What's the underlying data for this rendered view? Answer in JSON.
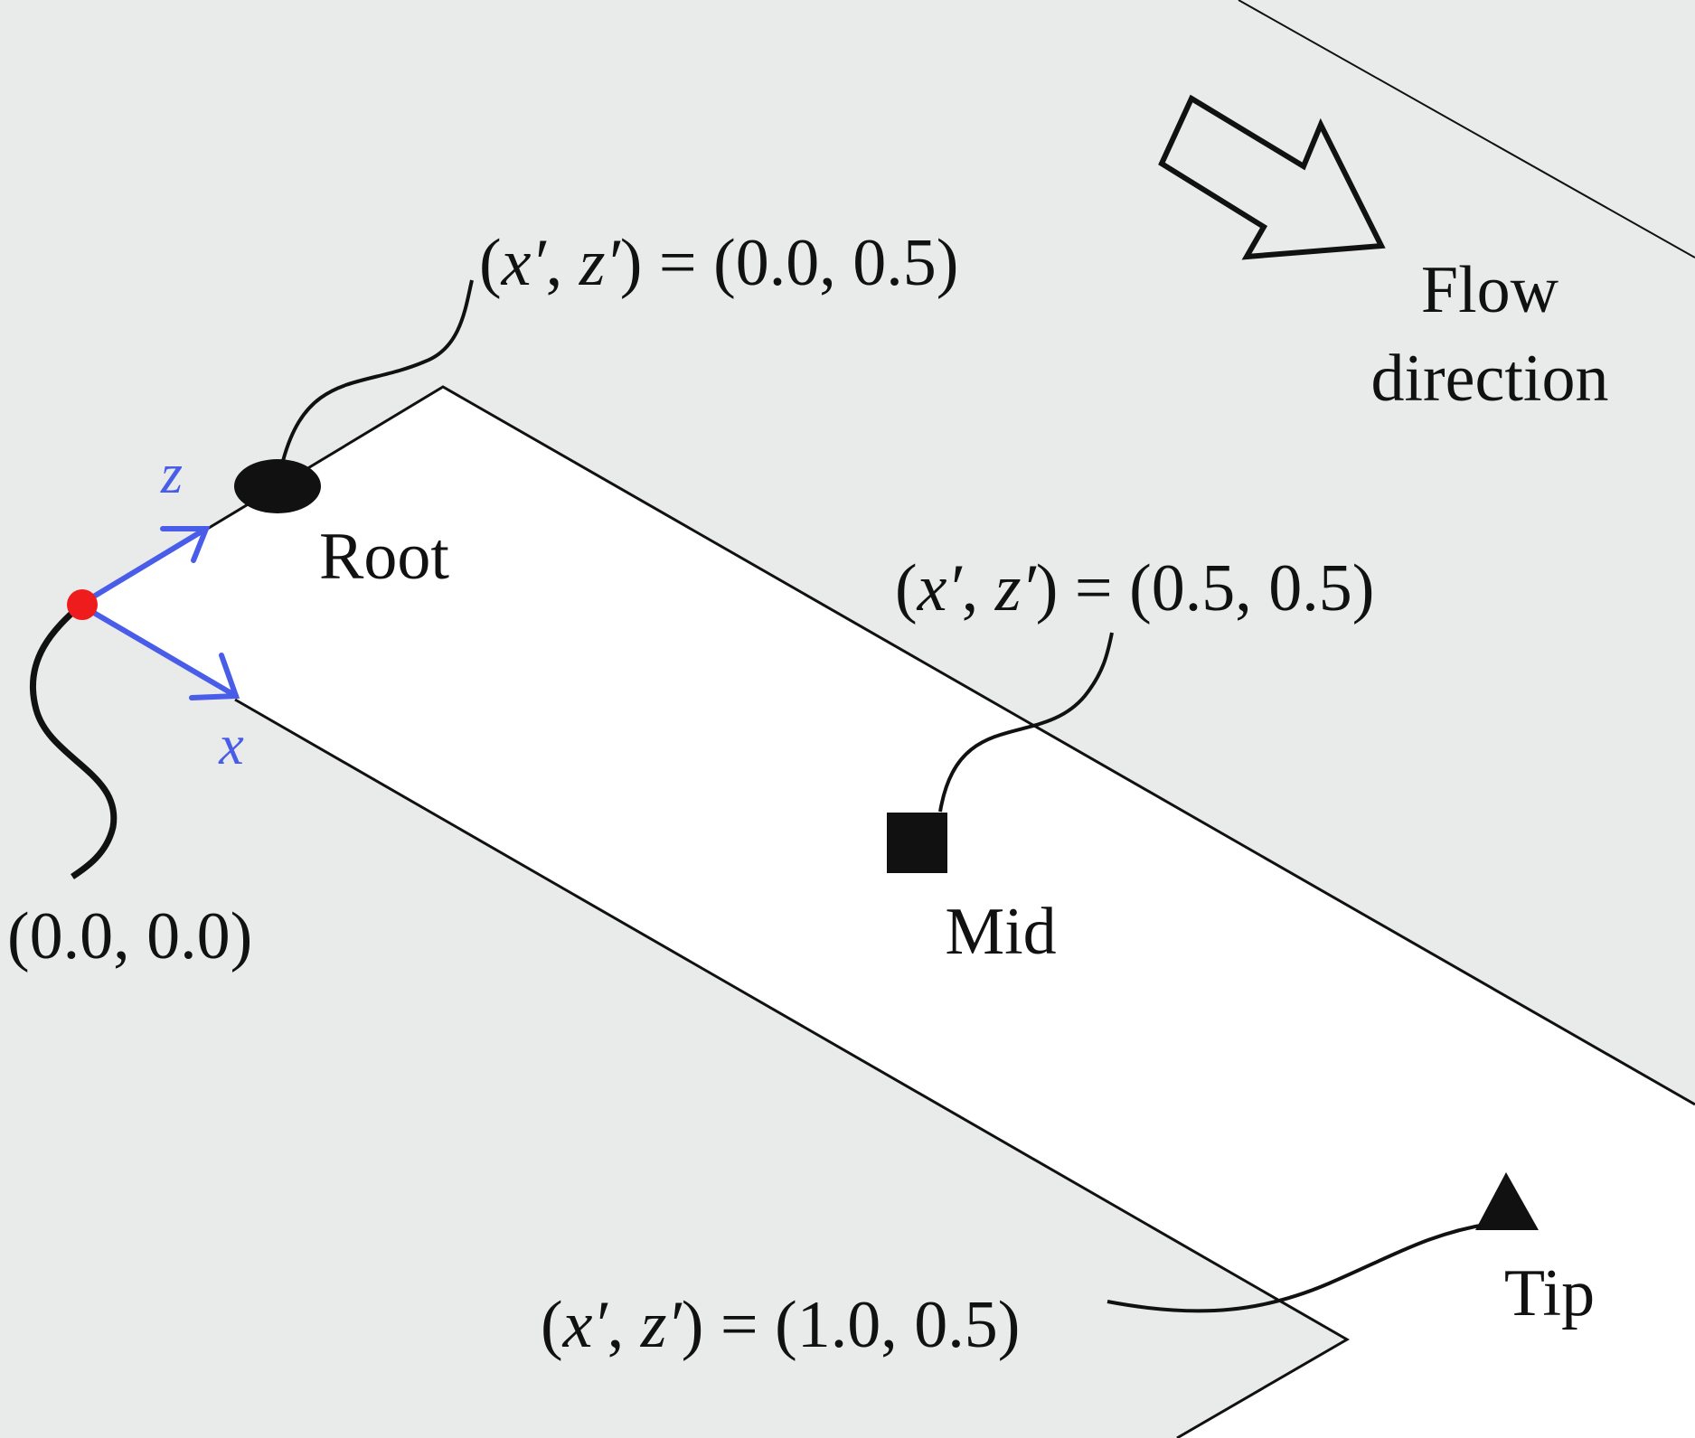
{
  "colors": {
    "background": "#e9ebeb",
    "plate": "#ffffff",
    "stroke": "#111111",
    "axis": "#4a5de8",
    "origin_dot": "#ee1c1c"
  },
  "flow": {
    "line1": "Flow",
    "line2": "direction"
  },
  "axes": {
    "z_label": "z",
    "x_label": "x"
  },
  "origin_label": "(0.0, 0.0)",
  "probes": {
    "root": {
      "name": "Root",
      "coord_x": "x′",
      "coord_z": "z′",
      "coord_value": "= (0.0, 0.5)",
      "marker": "ellipse"
    },
    "mid": {
      "name": "Mid",
      "coord_x": "x′",
      "coord_z": "z′",
      "coord_value": "= (0.5, 0.5)",
      "marker": "square"
    },
    "tip": {
      "name": "Tip",
      "coord_x": "x′",
      "coord_z": "z′",
      "coord_value": "= (1.0, 0.5)",
      "marker": "triangle"
    }
  }
}
